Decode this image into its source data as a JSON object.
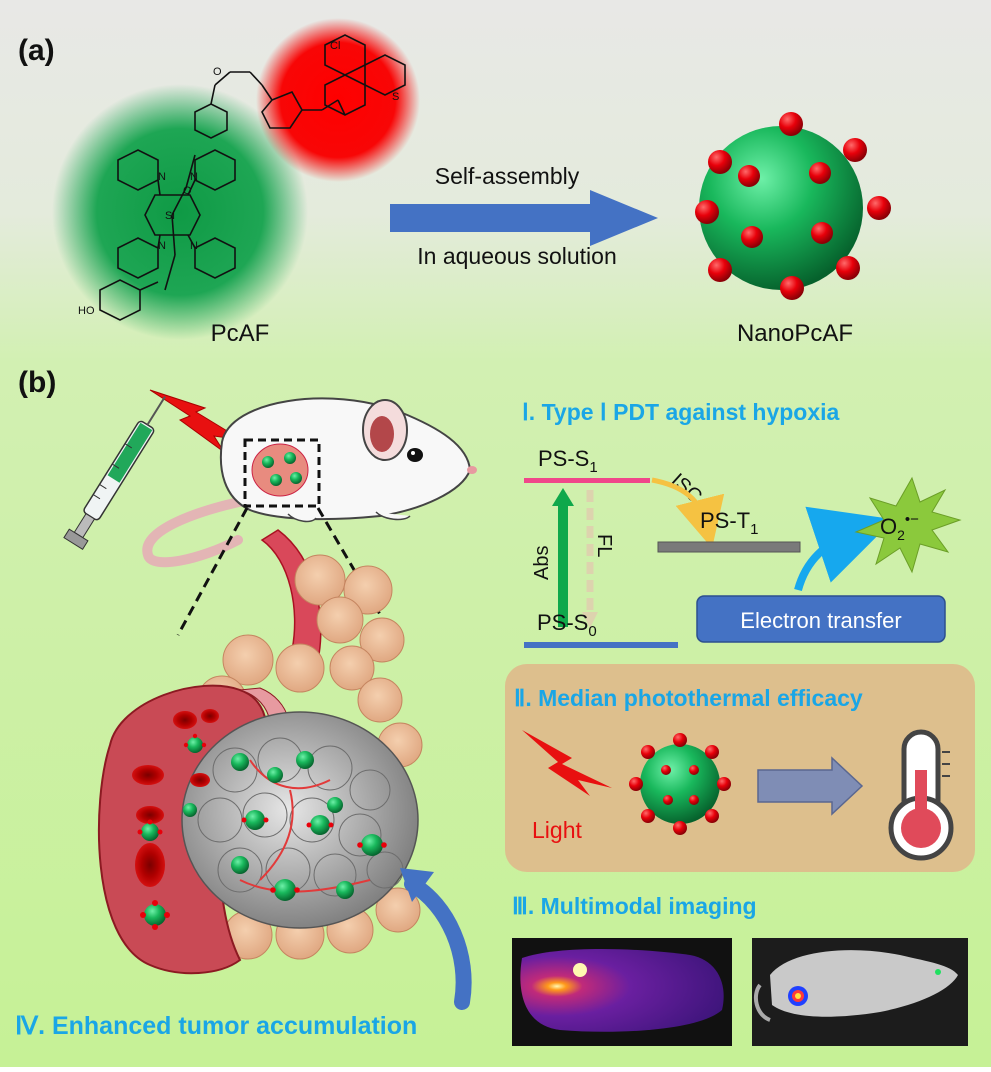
{
  "panel_a": {
    "label": "(a)",
    "molecule_name": "PcAF",
    "arrow_label_top": "Self-assembly",
    "arrow_label_bottom": "In aqueous solution",
    "product_name": "NanoPcAF",
    "atoms": {
      "si": "Si",
      "cl": "Cl",
      "s": "S",
      "ho": "HO",
      "n": "N",
      "o": "O"
    }
  },
  "panel_b": {
    "label": "(b)",
    "section1": {
      "title": "Ⅰ. Type Ⅰ PDT against hypoxia",
      "s1": "PS-S",
      "s1_sub": "1",
      "s0": "PS-S",
      "s0_sub": "0",
      "t1": "PS-T",
      "t1_sub": "1",
      "isc": "ISC",
      "abs": "Abs",
      "fl": "FL",
      "electron_transfer": "Electron transfer",
      "radical_base": "O",
      "radical_sub": "2",
      "radical_sup": "•−"
    },
    "section2": {
      "title": "Ⅱ. Median photothermal efficacy",
      "light": "Light"
    },
    "section3": {
      "title": "Ⅲ. Multimodal imaging"
    },
    "section4": {
      "title": "Ⅳ. Enhanced tumor accumulation"
    }
  },
  "colors": {
    "title_blue": "#1aa6e6",
    "arrow_blue": "#4472c4",
    "green_sphere": "#16a14f",
    "red_dot": "#e8000a",
    "light_red": "#e81010",
    "bg_top": "#e6e6e6",
    "bg_bottom": "#c8f29a",
    "box_tan": "#ddbf8d"
  }
}
